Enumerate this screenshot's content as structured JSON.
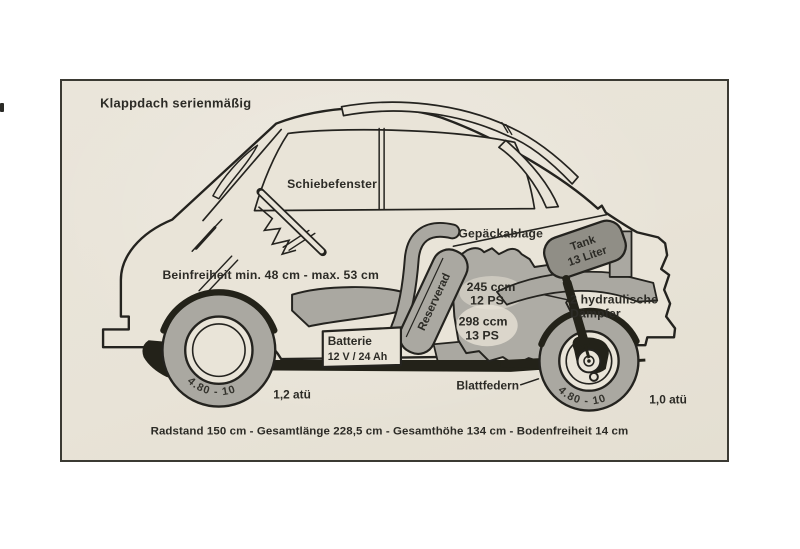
{
  "diagram": {
    "title_note": "Klappdach serienmäßig",
    "labels": {
      "window": "Schiebefenster",
      "shelf": "Gepäckablage",
      "tank_name": "Tank",
      "tank_capacity": "13 Liter",
      "legroom": "Beinfreiheit min. 48 cm - max. 53 cm",
      "spare_wheel": "Reserverad",
      "engine_small_displacement": "245 ccm",
      "engine_small_power": "12 PS",
      "engine_large_displacement": "298 ccm",
      "engine_large_power": "13 PS",
      "dampers_line1": "2 hydraulische",
      "dampers_line2": "Dämpfer",
      "battery_name": "Batterie",
      "battery_spec": "12 V / 24 Ah",
      "leaf_springs": "Blattfedern",
      "front_tire_size": "4.80 - 10",
      "rear_tire_size": "4.80 - 10",
      "front_tire_pressure": "1,2 atü",
      "rear_tire_pressure": "1,0 atü",
      "dimensions": "Radstand 150 cm - Gesamtlänge 228,5 cm - Gesamthöhe 134 cm - Bodenfreiheit 14 cm"
    },
    "colors": {
      "page": "#ffffff",
      "paper": "#e9e4d8",
      "line": "#24231f",
      "gray_fill": "#aaa8a1",
      "engine_gray": "#aeaca5",
      "dark_fill": "#232219",
      "tank_fill": "#908e86",
      "text": "#2c2b26"
    }
  }
}
